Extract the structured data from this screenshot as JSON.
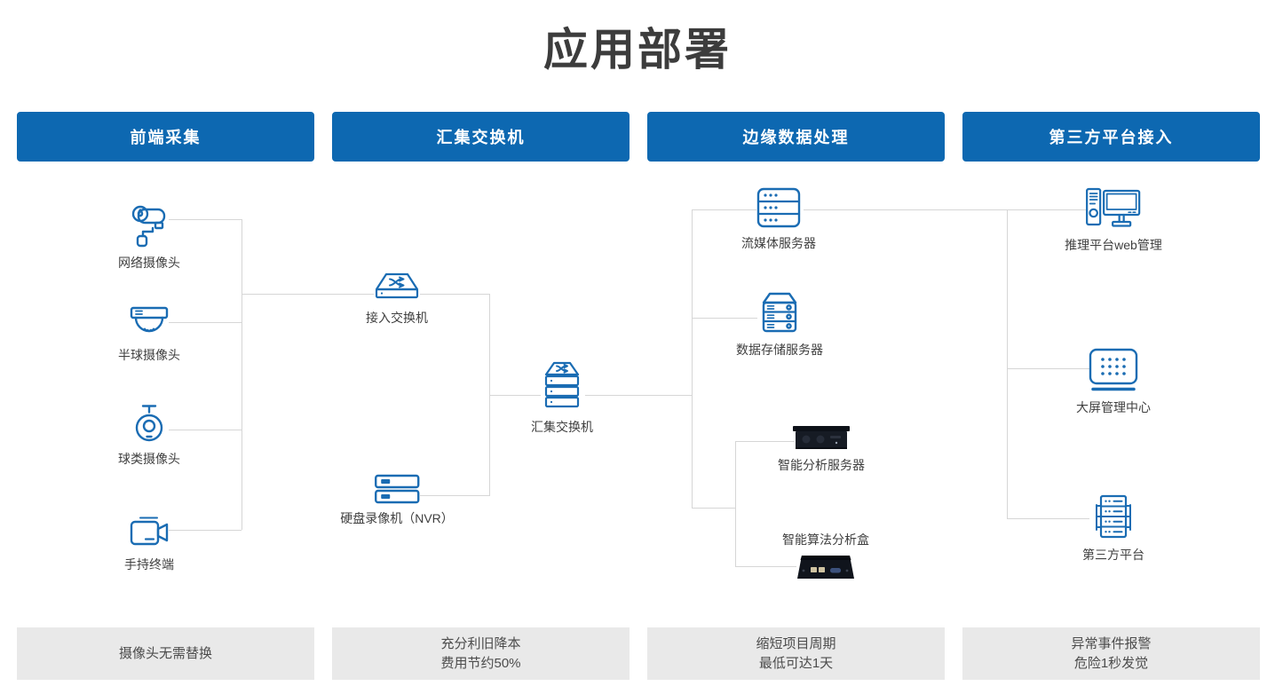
{
  "title": "应用部署",
  "colors": {
    "accent_blue": "#0d68b1",
    "icon_blue": "#1a6cb3",
    "connector_gray": "#d6d6d6",
    "footer_bg": "#e9e9e9"
  },
  "columns": [
    {
      "header": "前端采集",
      "footer": [
        "摄像头无需替换"
      ]
    },
    {
      "header": "汇集交换机",
      "footer": [
        "充分利旧降本",
        "费用节约50%"
      ]
    },
    {
      "header": "边缘数据处理",
      "footer": [
        "缩短项目周期",
        "最低可达1天"
      ]
    },
    {
      "header": "第三方平台接入",
      "footer": [
        "异常事件报警",
        "危险1秒发觉"
      ]
    }
  ],
  "nodes": {
    "network_camera": {
      "label": "网络摄像头",
      "icon": "bullet-camera-icon"
    },
    "dome_camera": {
      "label": "半球摄像头",
      "icon": "dome-camera-icon"
    },
    "ball_camera": {
      "label": "球类摄像头",
      "icon": "ball-camera-icon"
    },
    "handheld_terminal": {
      "label": "手持终端",
      "icon": "camcorder-icon"
    },
    "access_switch": {
      "label": "接入交换机",
      "icon": "switch-icon"
    },
    "aggregation_switch": {
      "label": "汇集交换机",
      "icon": "stacked-switch-icon"
    },
    "nvr": {
      "label": "硬盘录像机（NVR）",
      "icon": "nvr-icon"
    },
    "media_server": {
      "label": "流媒体服务器",
      "icon": "media-server-icon"
    },
    "storage_server": {
      "label": "数据存储服务器",
      "icon": "storage-server-icon"
    },
    "analysis_server": {
      "label": "智能分析服务器",
      "icon": "rack-server-photo-icon"
    },
    "algorithm_box": {
      "label": "智能算法分析盒",
      "icon": "edge-box-photo-icon"
    },
    "inference_web": {
      "label": "推理平台web管理",
      "icon": "desktop-pc-icon"
    },
    "big_screen": {
      "label": "大屏管理中心",
      "icon": "led-screen-icon"
    },
    "third_party_platform": {
      "label": "第三方平台",
      "icon": "server-rack-icon"
    }
  }
}
